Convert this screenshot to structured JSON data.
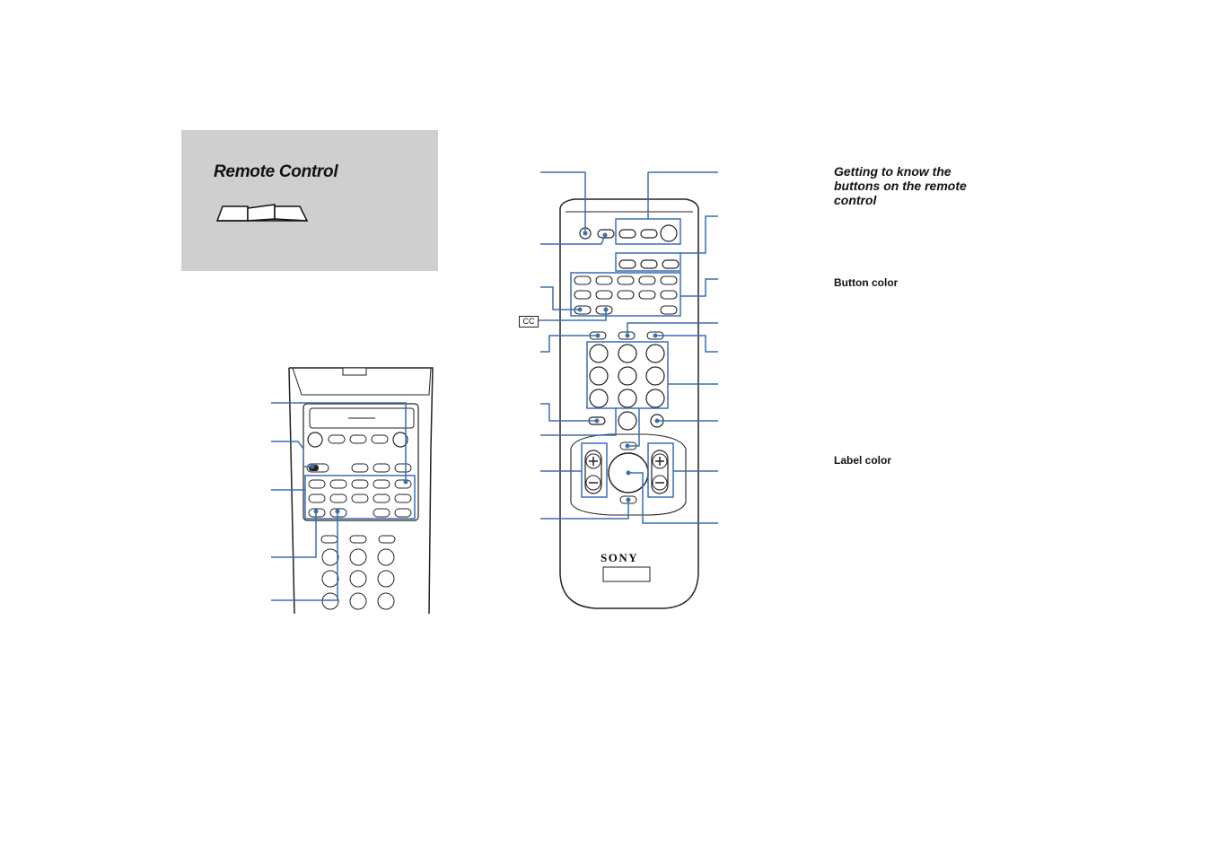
{
  "title_box": {
    "title": "Remote Control"
  },
  "remote": {
    "brand": "SONY",
    "cc_label": "CC"
  },
  "section": {
    "heading": "Getting to know the buttons on the remote control",
    "heading_lines": [
      "Getting to know the",
      "buttons on the remote",
      "control"
    ],
    "button_color": "Button color",
    "label_color": "Label color"
  },
  "colors": {
    "accent": "#3a6fb0",
    "panel": "#cfcfcf",
    "ink": "#1a1a1a"
  },
  "icons": [
    "open-book-icon",
    "numeric-keypad",
    "joystick",
    "volume-rocker",
    "channel-rocker"
  ]
}
